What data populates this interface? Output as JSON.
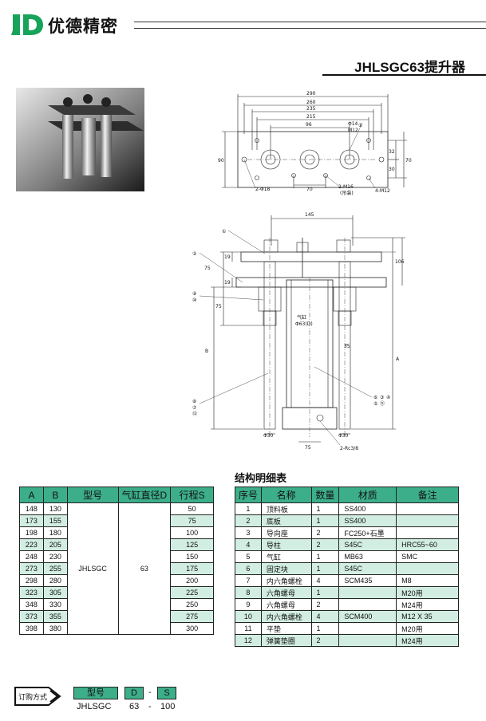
{
  "header": {
    "brand": "优德精密",
    "title": "JHLSGC63提升器"
  },
  "drawing_top": {
    "dims": [
      "290",
      "260",
      "235",
      "215",
      "96",
      "Φ14",
      "M12",
      "90",
      "32",
      "70",
      "30",
      "2-Φ18",
      "70",
      "2-M16",
      "(吊装)",
      "4-M12"
    ],
    "callouts": [
      "①"
    ]
  },
  "drawing_side": {
    "dims": [
      "145",
      "19",
      "75",
      "19",
      "75",
      "106",
      "35",
      "B",
      "A",
      "Φ30",
      "Φ30",
      "75",
      "2-Rc3/8"
    ],
    "cyl_label": "气缸",
    "cyl_dia": "Φ63(D)",
    "callouts": [
      "①",
      "②",
      "⑨",
      "⑩",
      "⑧",
      "⑦",
      "⑫",
      "⑥",
      "③",
      "④",
      "⑤",
      "⑪"
    ]
  },
  "spec_table": {
    "headers": [
      "A",
      "B",
      "型号",
      "气缸直径D",
      "行程S"
    ],
    "model": "JHLSGC",
    "dia": "63",
    "rows": [
      [
        "148",
        "130",
        "50"
      ],
      [
        "173",
        "155",
        "75"
      ],
      [
        "198",
        "180",
        "100"
      ],
      [
        "223",
        "205",
        "125"
      ],
      [
        "248",
        "230",
        "150"
      ],
      [
        "273",
        "255",
        "175"
      ],
      [
        "298",
        "280",
        "200"
      ],
      [
        "323",
        "305",
        "225"
      ],
      [
        "348",
        "330",
        "250"
      ],
      [
        "373",
        "355",
        "275"
      ],
      [
        "398",
        "380",
        "300"
      ]
    ]
  },
  "parts_table": {
    "caption": "结构明细表",
    "headers": [
      "序号",
      "名称",
      "数量",
      "材质",
      "备注"
    ],
    "rows": [
      [
        "1",
        "顶料板",
        "1",
        "SS400",
        ""
      ],
      [
        "2",
        "底板",
        "1",
        "SS400",
        ""
      ],
      [
        "3",
        "导向座",
        "2",
        "FC250+石墨",
        ""
      ],
      [
        "4",
        "导柱",
        "2",
        "S45C",
        "HRC55~60"
      ],
      [
        "5",
        "气缸",
        "1",
        "MB63",
        "SMC"
      ],
      [
        "6",
        "固定块",
        "1",
        "S45C",
        ""
      ],
      [
        "7",
        "内六角螺栓",
        "4",
        "SCM435",
        "M8"
      ],
      [
        "8",
        "六角螺母",
        "1",
        "",
        "M20用"
      ],
      [
        "9",
        "六角螺母",
        "2",
        "",
        "M24用"
      ],
      [
        "10",
        "内六角螺栓",
        "4",
        "SCM400",
        "M12 X 35"
      ],
      [
        "11",
        "平垫",
        "1",
        "",
        "M20用"
      ],
      [
        "12",
        "弹簧垫圈",
        "2",
        "",
        "M24用"
      ]
    ]
  },
  "order": {
    "badge": "订购方式",
    "labels": [
      "型号",
      "D",
      "-",
      "S"
    ],
    "values": [
      "JHLSGC",
      "63",
      "-",
      "100"
    ]
  },
  "colors": {
    "table_header": "#3dae8a",
    "row_alt": "#d2ede2",
    "logo": "#18a35a"
  }
}
